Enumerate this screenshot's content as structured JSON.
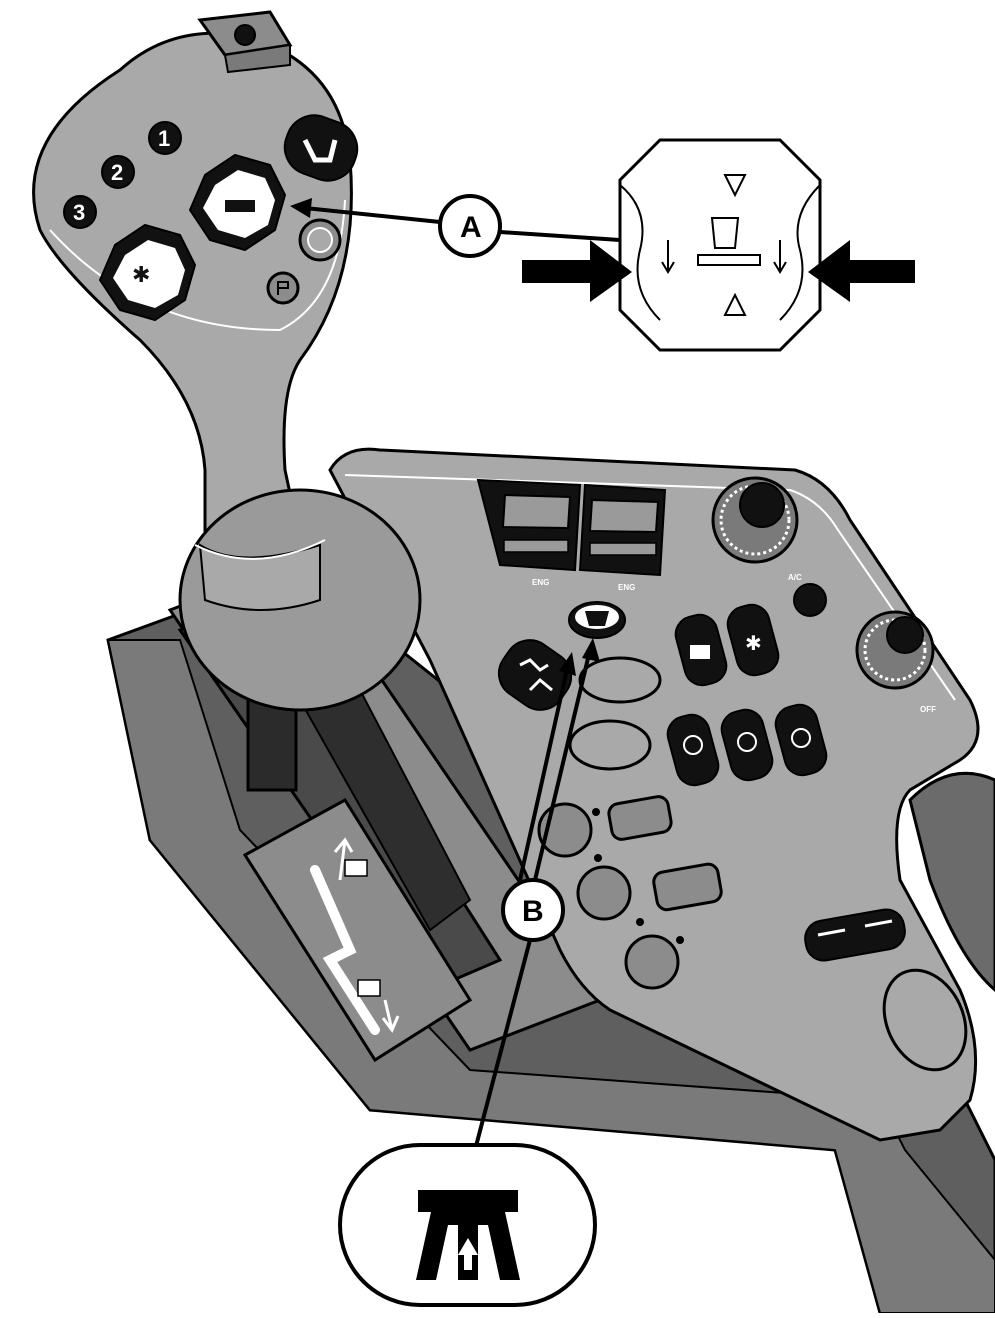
{
  "colors": {
    "line": "#000000",
    "panel_light": "#a9a9a9",
    "panel_mid": "#8c8c8c",
    "panel_dark": "#5f5f5f",
    "button_black": "#111111",
    "background": "#ffffff"
  },
  "callouts": {
    "a": {
      "label": "A"
    },
    "b": {
      "label": "B"
    }
  },
  "joystick": {
    "keys": [
      "3",
      "2",
      "1"
    ],
    "icons": [
      "hitch-control-icon",
      "implement-function-icon",
      "shuttle-reverse-icon",
      "park-icon"
    ]
  },
  "panel": {
    "switch_labels": [
      "ENG",
      "ENG"
    ],
    "knob_label": "A/C",
    "lower_knob_label": "OFF"
  },
  "inset_a": {
    "icon": "hitch-raise-lower-button-icon"
  },
  "inset_b": {
    "icon": "road-transport-mode-icon"
  }
}
